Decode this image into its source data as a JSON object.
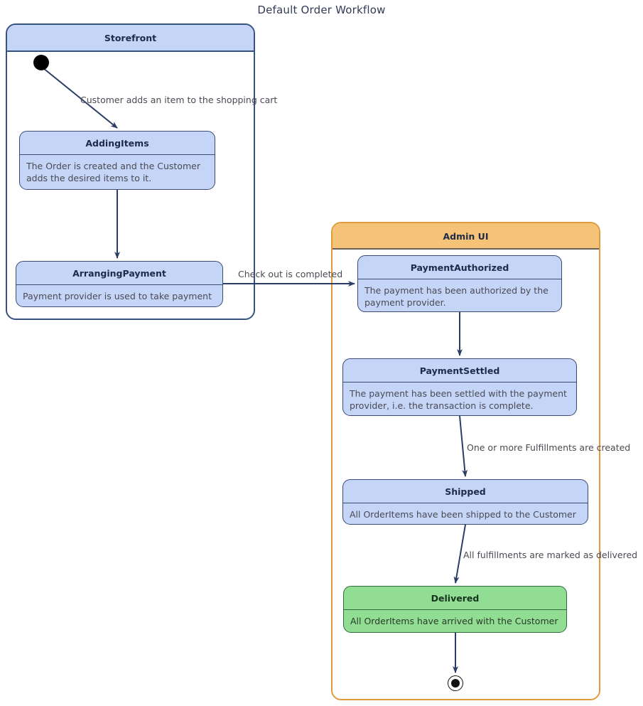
{
  "title": "Default Order Workflow",
  "colors": {
    "state_fill": "#c5d5f8",
    "state_border": "#3a4a72",
    "storefront_border": "#36527f",
    "adminui_fill": "#f5c378",
    "adminui_border": "#e09b3d",
    "delivered_fill": "#92dd94",
    "edge": "#2c3e66",
    "text": "#4a4a52",
    "title_text": "#333a56"
  },
  "groups": [
    {
      "id": "storefront",
      "label": "Storefront"
    },
    {
      "id": "adminui",
      "label": "Admin UI"
    }
  ],
  "states": [
    {
      "id": "addingitems",
      "name": "AddingItems",
      "description": "The Order is created and the Customer adds the desired items to it.",
      "group": "storefront"
    },
    {
      "id": "arrangingpayment",
      "name": "ArrangingPayment",
      "description": "Payment provider is used to take payment",
      "group": "storefront"
    },
    {
      "id": "paymentauthorized",
      "name": "PaymentAuthorized",
      "description": "The payment has been authorized by the payment provider.",
      "group": "adminui"
    },
    {
      "id": "paymentsettled",
      "name": "PaymentSettled",
      "description": "The payment has been settled with the payment provider, i.e. the transaction is complete.",
      "group": "adminui"
    },
    {
      "id": "shipped",
      "name": "Shipped",
      "description": "All OrderItems have been shipped to the Customer",
      "group": "adminui"
    },
    {
      "id": "delivered",
      "name": "Delivered",
      "description": "All OrderItems have arrived with the Customer",
      "group": "adminui"
    }
  ],
  "pseudo_states": [
    {
      "id": "initial-node",
      "kind": "initial-state"
    },
    {
      "id": "final-node",
      "kind": "final-state"
    }
  ],
  "transitions": [
    {
      "from": "initial-node",
      "to": "addingitems",
      "label": "Customer adds an item to the shopping cart"
    },
    {
      "from": "addingitems",
      "to": "arrangingpayment",
      "label": ""
    },
    {
      "from": "arrangingpayment",
      "to": "paymentauthorized",
      "label": "Check out is completed"
    },
    {
      "from": "paymentauthorized",
      "to": "paymentsettled",
      "label": ""
    },
    {
      "from": "paymentsettled",
      "to": "shipped",
      "label": "One or more Fulfillments are created"
    },
    {
      "from": "shipped",
      "to": "delivered",
      "label": "All fulfillments are marked as delivered"
    },
    {
      "from": "delivered",
      "to": "final-node",
      "label": ""
    }
  ]
}
